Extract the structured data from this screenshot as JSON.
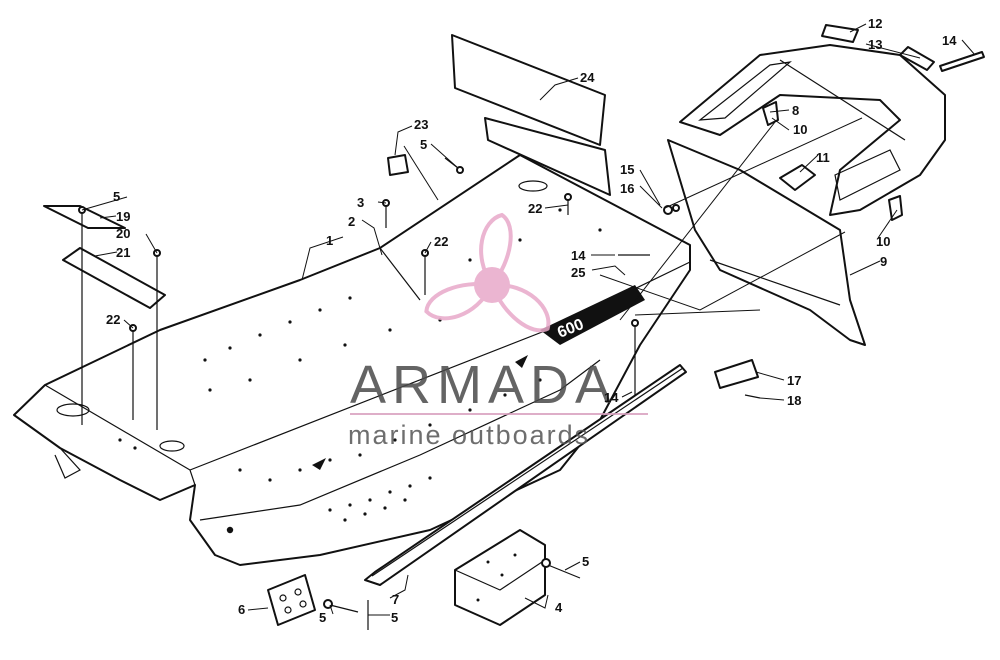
{
  "watermark": {
    "title": "ARMADA",
    "subtitle": "marine outboards",
    "logo_color": "#e8a9c9",
    "title_color": "#4a4a4a",
    "rule_color": "#d9a0bf"
  },
  "callouts": [
    {
      "id": "c1",
      "label": "1"
    },
    {
      "id": "c2",
      "label": "2"
    },
    {
      "id": "c3",
      "label": "3"
    },
    {
      "id": "c4",
      "label": "4"
    },
    {
      "id": "c5a",
      "label": "5"
    },
    {
      "id": "c5b",
      "label": "5"
    },
    {
      "id": "c5c",
      "label": "5"
    },
    {
      "id": "c5d",
      "label": "5"
    },
    {
      "id": "c5e",
      "label": "5"
    },
    {
      "id": "c6",
      "label": "6"
    },
    {
      "id": "c7",
      "label": "7"
    },
    {
      "id": "c8",
      "label": "8"
    },
    {
      "id": "c9",
      "label": "9"
    },
    {
      "id": "c10a",
      "label": "10"
    },
    {
      "id": "c10b",
      "label": "10"
    },
    {
      "id": "c11",
      "label": "11"
    },
    {
      "id": "c12",
      "label": "12"
    },
    {
      "id": "c13",
      "label": "13"
    },
    {
      "id": "c14a",
      "label": "14"
    },
    {
      "id": "c14b",
      "label": "14"
    },
    {
      "id": "c14c",
      "label": "14"
    },
    {
      "id": "c15",
      "label": "15"
    },
    {
      "id": "c16",
      "label": "16"
    },
    {
      "id": "c17",
      "label": "17"
    },
    {
      "id": "c18",
      "label": "18"
    },
    {
      "id": "c19",
      "label": "19"
    },
    {
      "id": "c20",
      "label": "20"
    },
    {
      "id": "c21",
      "label": "21"
    },
    {
      "id": "c22a",
      "label": "22"
    },
    {
      "id": "c22b",
      "label": "22"
    },
    {
      "id": "c22c",
      "label": "22"
    },
    {
      "id": "c23",
      "label": "23"
    },
    {
      "id": "c24",
      "label": "24"
    },
    {
      "id": "c25",
      "label": "25"
    }
  ],
  "decal_text": "600"
}
